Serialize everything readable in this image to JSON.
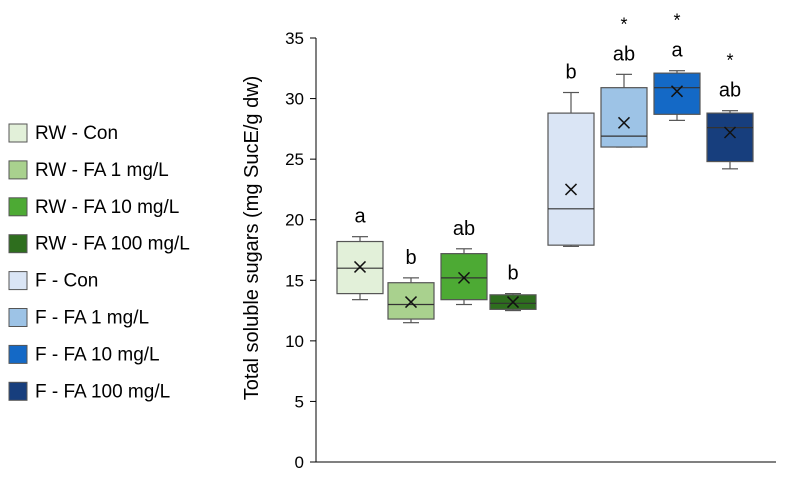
{
  "chart_data": {
    "type": "box",
    "title": "",
    "xlabel": "",
    "ylabel": "Total soluble sugars (mg SucE/g dw)",
    "ylim": [
      0,
      35
    ],
    "yticks": [
      0,
      5,
      10,
      15,
      20,
      25,
      30,
      35
    ],
    "grid": false,
    "legend_position": "left",
    "series": [
      {
        "name": "RW - Con",
        "color": "#E2F0D9",
        "min": 13.4,
        "q1": 13.9,
        "median": 16.0,
        "q3": 18.2,
        "max": 18.6,
        "mean": 16.1,
        "label": "a",
        "star": ""
      },
      {
        "name": "RW - FA 1 mg/L",
        "color": "#A9D18E",
        "min": 11.5,
        "q1": 11.8,
        "median": 13.0,
        "q3": 14.8,
        "max": 15.2,
        "mean": 13.2,
        "label": "b",
        "star": ""
      },
      {
        "name": "RW - FA 10 mg/L",
        "color": "#4DAA34",
        "min": 13.0,
        "q1": 13.4,
        "median": 15.2,
        "q3": 17.2,
        "max": 17.6,
        "mean": 15.2,
        "label": "ab",
        "star": ""
      },
      {
        "name": "RW - FA 100 mg/L",
        "color": "#2E6E1E",
        "min": 12.5,
        "q1": 12.6,
        "median": 13.1,
        "q3": 13.8,
        "max": 13.9,
        "mean": 13.2,
        "label": "b",
        "star": ""
      },
      {
        "name": "F - Con",
        "color": "#DAE5F5",
        "min": 17.8,
        "q1": 17.9,
        "median": 20.9,
        "q3": 28.8,
        "max": 30.5,
        "mean": 22.5,
        "label": "b",
        "star": ""
      },
      {
        "name": "F - FA 1 mg/L",
        "color": "#9DC3E6",
        "min": 26.0,
        "q1": 26.0,
        "median": 26.9,
        "q3": 30.9,
        "max": 32.0,
        "mean": 28.0,
        "label": "ab",
        "star": "*"
      },
      {
        "name": "F - FA 10 mg/L",
        "color": "#1469C6",
        "min": 28.2,
        "q1": 28.7,
        "median": 30.9,
        "q3": 32.1,
        "max": 32.3,
        "mean": 30.6,
        "label": "a",
        "star": "*"
      },
      {
        "name": "F - FA 100 mg/L",
        "color": "#173E7D",
        "min": 24.2,
        "q1": 24.8,
        "median": 27.6,
        "q3": 28.8,
        "max": 29.0,
        "mean": 27.2,
        "label": "ab",
        "star": "*"
      }
    ]
  }
}
